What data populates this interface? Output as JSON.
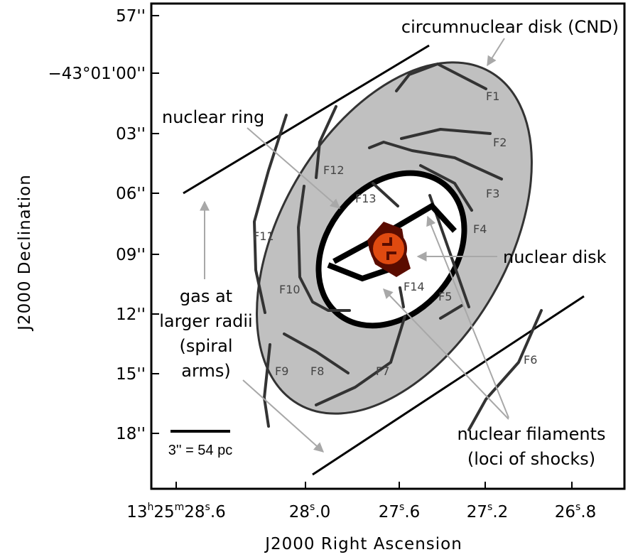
{
  "axes": {
    "y_title": "J2000 Declination",
    "x_title": "J2000 Right Ascension",
    "y_ticks": [
      "57''",
      "−43°01'00''",
      "03''",
      "06''",
      "09''",
      "12''",
      "15''",
      "18''"
    ],
    "x_ticks": [
      {
        "pre": "13",
        "s1": "h",
        "mid": "25",
        "s2": "m",
        "post": "28",
        "s3": "s",
        "tail": ".6"
      },
      {
        "pre": "",
        "s1": "",
        "mid": "",
        "s2": "",
        "post": "28",
        "s3": "s",
        "tail": ".0"
      },
      {
        "pre": "",
        "s1": "",
        "mid": "",
        "s2": "",
        "post": "27",
        "s3": "s",
        "tail": ".6"
      },
      {
        "pre": "",
        "s1": "",
        "mid": "",
        "s2": "",
        "post": "27",
        "s3": "s",
        "tail": ".2"
      },
      {
        "pre": "",
        "s1": "",
        "mid": "",
        "s2": "",
        "post": "26",
        "s3": "s",
        "tail": ".8"
      }
    ]
  },
  "annotations": {
    "cnd": "circumnuclear disk (CND)",
    "nuclear_ring": "nuclear ring",
    "nuclear_disk": "nuclear disk",
    "gas_line1": "gas at",
    "gas_line2": "larger radii",
    "gas_line3": "(spiral",
    "gas_line4": "arms)",
    "fil_line1": "nuclear filaments",
    "fil_line2": "(loci of shocks)",
    "scale_bar": "3'' = 54 pc"
  },
  "filament_labels": {
    "F1": "F1",
    "F2": "F2",
    "F3": "F3",
    "F4": "F4",
    "F5": "F5",
    "F6": "F6",
    "F7": "F7",
    "F8": "F8",
    "F9": "F9",
    "F10": "F10",
    "F11": "F11",
    "F12": "F12",
    "F13": "F13",
    "F14": "F14"
  },
  "colors": {
    "cnd_fill": "#c0c0c0",
    "nucleus": "#e04a10",
    "nucleus_dark": "#5a0c00",
    "filament": "#333333",
    "arrow": "#a8a8a8"
  }
}
